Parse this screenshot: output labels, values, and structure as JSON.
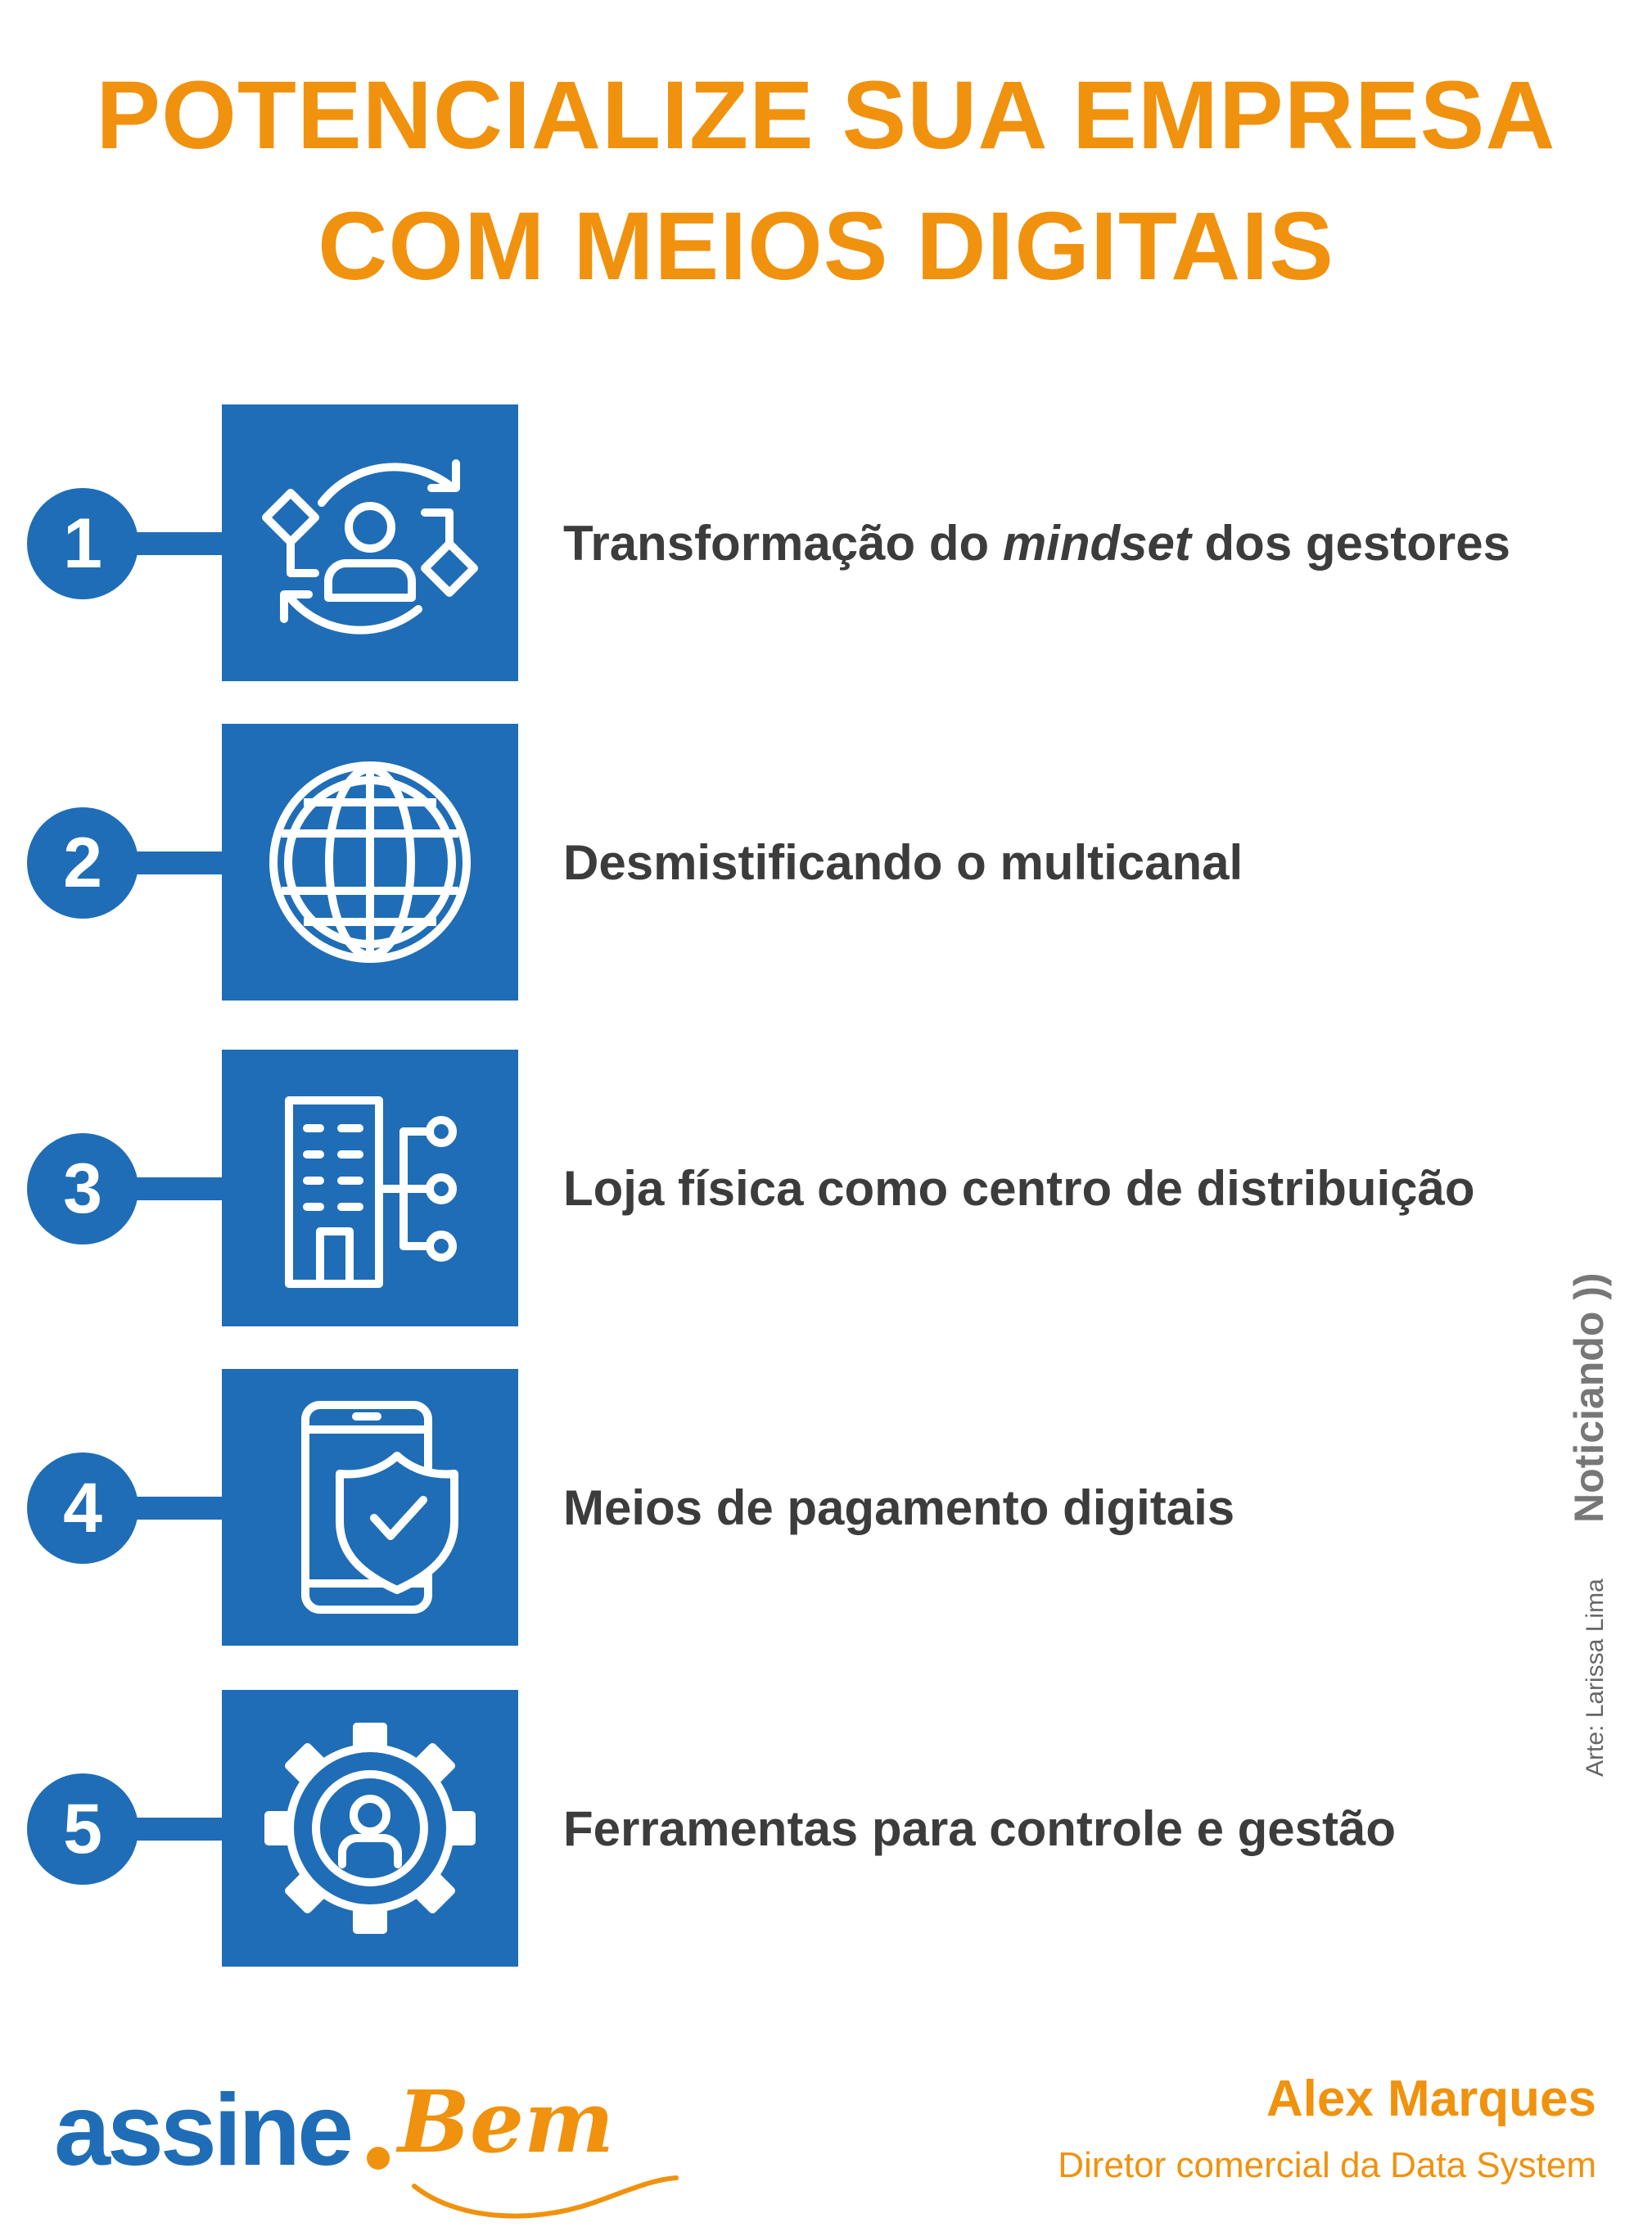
{
  "header": {
    "title_line1": "POTENCIALIZE SUA EMPRESA",
    "title_line2": "COM MEIOS DIGITAIS"
  },
  "steps": [
    {
      "number": "1",
      "text_before": "Transformação do ",
      "text_italic": "mindset",
      "text_after": " dos gestores",
      "icon": "user-cycle-icon"
    },
    {
      "number": "2",
      "text": "Desmistificando o multicanal",
      "icon": "globe-icon"
    },
    {
      "number": "3",
      "text": "Loja física como centro de distribuição",
      "icon": "building-network-icon"
    },
    {
      "number": "4",
      "text": "Meios de pagamento digitais",
      "icon": "phone-shield-icon"
    },
    {
      "number": "5",
      "text": "Ferramentas para controle e gestão",
      "icon": "gear-user-icon"
    }
  ],
  "side": {
    "brand": "Noticiando",
    "credit": "Arte: Larissa Lima"
  },
  "footer": {
    "logo_main": "assine",
    "logo_script": "Bem",
    "author_name": "Alex Marques",
    "author_role": "Diretor comercial da Data System"
  },
  "colors": {
    "accent_orange": "#f0920e",
    "primary_blue": "#1f6db6",
    "text_dark": "#3c3c3c"
  }
}
